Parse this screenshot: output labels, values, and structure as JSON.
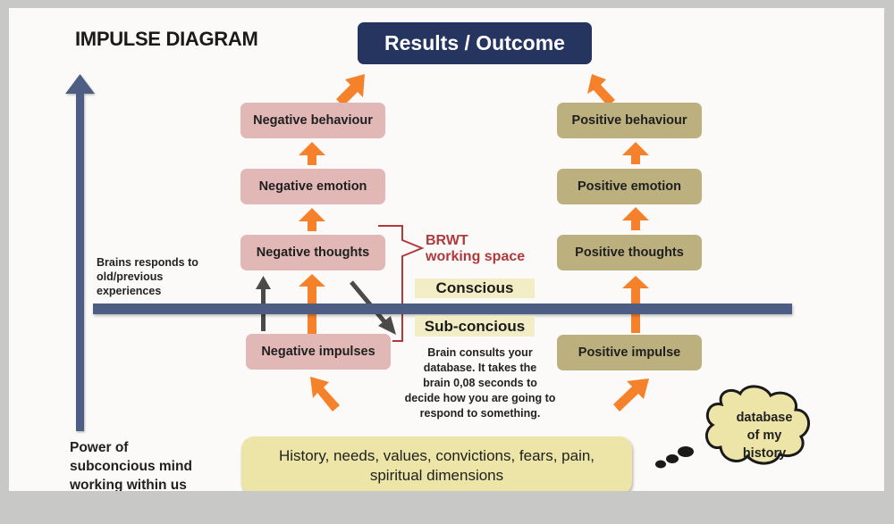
{
  "title": "IMPULSE DIAGRAM",
  "results": "Results / Outcome",
  "negative_column": {
    "behaviour": "Negative behaviour",
    "emotion": "Negative emotion",
    "thoughts": "Negative thoughts",
    "impulses": "Negative impulses"
  },
  "positive_column": {
    "behaviour": "Positive behaviour",
    "emotion": "Positive emotion",
    "thoughts": "Positive thoughts",
    "impulse": "Positive impulse"
  },
  "brwt": {
    "line1": "BRWT",
    "line2": "working space"
  },
  "conscious_label": "Conscious",
  "subconscious_label": "Sub-concious",
  "brains_respond": {
    "line1": "Brains responds to",
    "line2": "old/previous",
    "line3": "experiences"
  },
  "brain_consults": {
    "line1": "Brain consults your",
    "line2": "database. It takes the",
    "line3": "brain 0,08 seconds to",
    "line4": "decide how you are going to",
    "line5": "respond to something."
  },
  "power": {
    "line1": "Power of",
    "line2": "subconcious mind",
    "line3": "working within us"
  },
  "history": {
    "line1": "History, needs, values, convictions, fears, pain,",
    "line2": "spiritual dimensions"
  },
  "cloud": {
    "line1": "database",
    "line2": "of my",
    "line3": "history"
  },
  "colors": {
    "navy": "#263460",
    "axis": "#4e5d84",
    "orange": "#f5812a",
    "negative_box": "#e1b8b6",
    "positive_box": "#bcb07f",
    "brwt_red": "#b0393c",
    "history_fill": "#ece5a7",
    "cloud_fill": "#ece5a7",
    "dark_arrow": "#4a4a4a"
  }
}
